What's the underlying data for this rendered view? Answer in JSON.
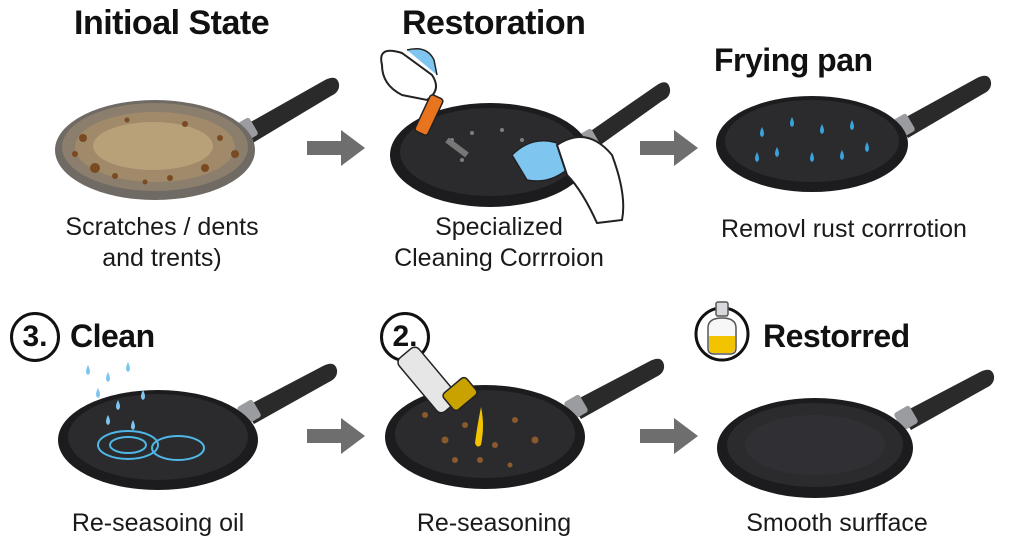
{
  "steps": [
    {
      "title": "Initioal State",
      "caption_lines": [
        "Scratches / dents",
        "and trents)"
      ]
    },
    {
      "title": "Restoration",
      "caption_lines": [
        "Specialized",
        "Cleaning Corrroion"
      ]
    },
    {
      "title": "Frying pan",
      "caption_lines": [
        "Removl rust corrrotion"
      ]
    },
    {
      "badge": "3.",
      "title": "Clean",
      "caption_lines": [
        "Re-seasoing oil"
      ]
    },
    {
      "badge": "2.",
      "title": "",
      "caption_lines": [
        "Re-seasoning"
      ]
    },
    {
      "title": "Restorred",
      "caption_lines": [
        "Smooth surfface"
      ]
    }
  ],
  "icons": [
    "gloved-hand-scraper-icon",
    "hand-cloth-icon",
    "oil-bottle-icon",
    "oil-tube-icon",
    "water-drops-icon"
  ],
  "colors": {
    "pan_body": "#1c1c1e",
    "pan_rim": "#8e9196",
    "rust": "#8a5a2b",
    "water": "#3aa2dc",
    "oil": "#f2c400",
    "arrow": "#6e6e6e"
  }
}
